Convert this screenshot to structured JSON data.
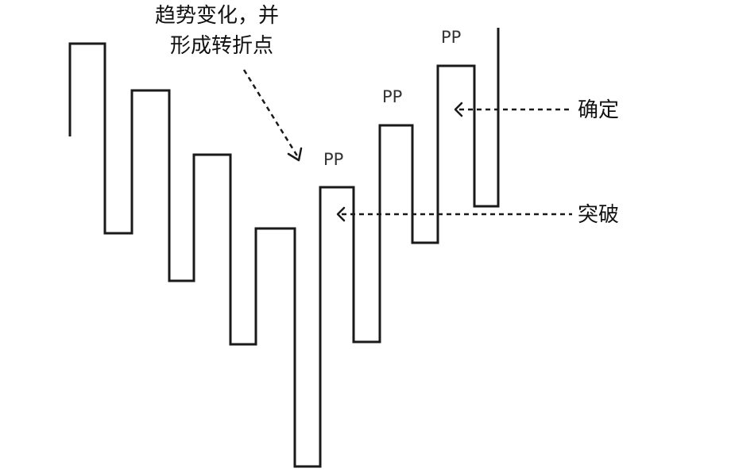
{
  "annotations": {
    "trend_change_line1": "趋势变化，并",
    "trend_change_line2": "形成转折点",
    "confirm": "确定",
    "breakout": "突破"
  },
  "peak_labels": [
    "PP",
    "PP",
    "PP"
  ]
}
